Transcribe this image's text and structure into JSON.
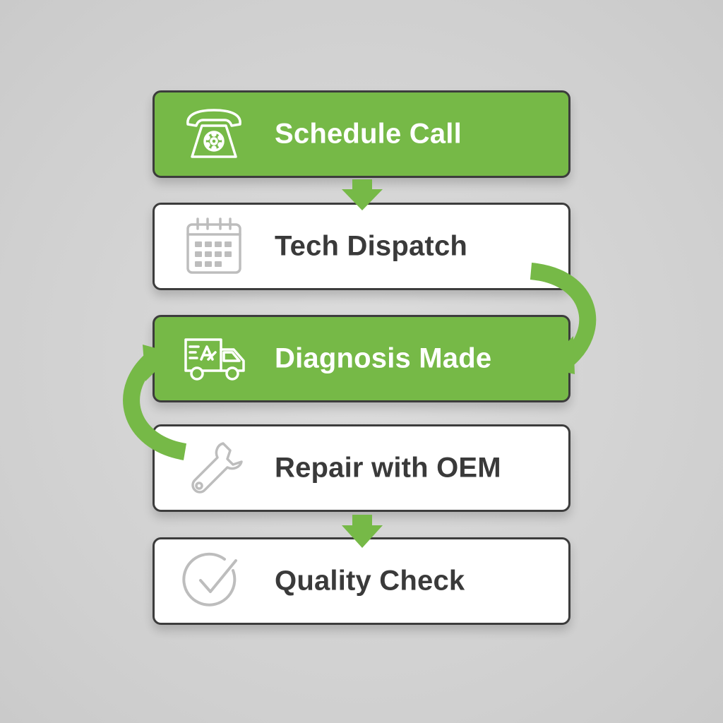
{
  "accent_color": "#76b947",
  "steps": [
    {
      "label": "Schedule Call",
      "icon": "telephone-icon",
      "style": "green"
    },
    {
      "label": "Tech Dispatch",
      "icon": "calendar-icon",
      "style": "white"
    },
    {
      "label": "Diagnosis Made",
      "icon": "truck-icon",
      "style": "green"
    },
    {
      "label": "Repair with OEM",
      "icon": "wrench-icon",
      "style": "white"
    },
    {
      "label": "Quality Check",
      "icon": "checkmark-icon",
      "style": "white"
    }
  ]
}
